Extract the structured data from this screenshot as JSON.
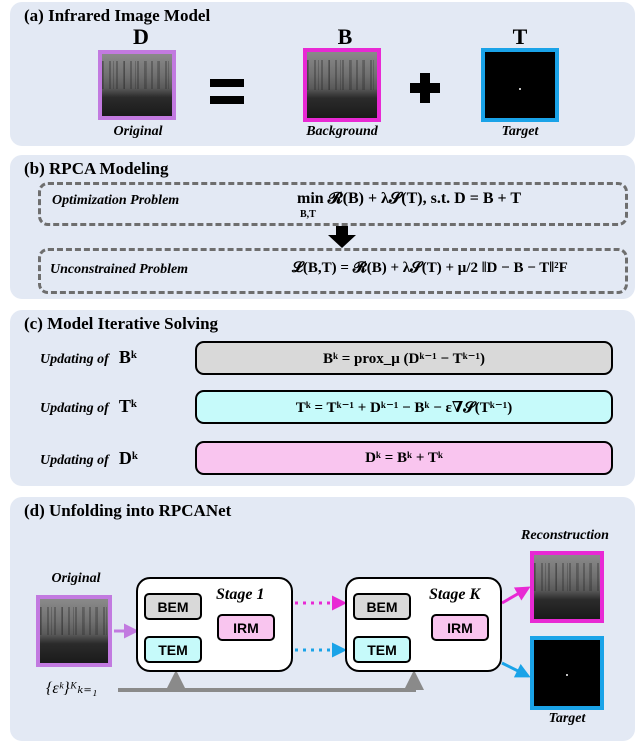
{
  "panel_a": {
    "title": "(a) Infrared Image Model",
    "D_label": "D",
    "B_label": "B",
    "T_label": "T",
    "original_caption": "Original",
    "background_caption": "Background",
    "target_caption": "Target"
  },
  "panel_b": {
    "title": "(b) RPCA Modeling",
    "opt_label": "Optimization Problem",
    "opt_formula": "min 𝓡(B) + λ𝓢(T),  s.t.  D = B + T",
    "opt_sub": "B,T",
    "unc_label": "Unconstrained Problem",
    "unc_formula": "𝓛(B,T) = 𝓡(B) + λ𝓢(T) + μ/2 ‖D − B − T‖²F"
  },
  "panel_c": {
    "title": "(c) Model Iterative Solving",
    "rows": [
      {
        "label": "Updating of",
        "var": "Bᵏ",
        "formula": "Bᵏ = prox_μ (Dᵏ⁻¹ − Tᵏ⁻¹)"
      },
      {
        "label": "Updating of",
        "var": "Tᵏ",
        "formula": "Tᵏ = Tᵏ⁻¹ + Dᵏ⁻¹ − Bᵏ − ε∇𝓢(Tᵏ⁻¹)"
      },
      {
        "label": "Updating of",
        "var": "Dᵏ",
        "formula": "Dᵏ = Bᵏ + Tᵏ"
      }
    ]
  },
  "panel_d": {
    "title": "(d) Unfolding into RPCANet",
    "original_caption": "Original",
    "epsilon_label": "{εᵏ}ᴷₖ₌₁",
    "stage1": {
      "name": "Stage 1",
      "bem": "BEM",
      "irm": "IRM",
      "tem": "TEM"
    },
    "stageK": {
      "name": "Stage K",
      "bem": "BEM",
      "irm": "IRM",
      "tem": "TEM"
    },
    "reconstruction_caption": "Reconstruction",
    "target_caption": "Target"
  },
  "colors": {
    "panel_bg": "#e3e9f4",
    "original_border": "#c27ae0",
    "background_border": "#e829d4",
    "target_border": "#1aa3e8",
    "row1_fill": "#d9d9d9",
    "row2_fill": "#c6fafa",
    "row3_fill": "#f9c5ef"
  }
}
